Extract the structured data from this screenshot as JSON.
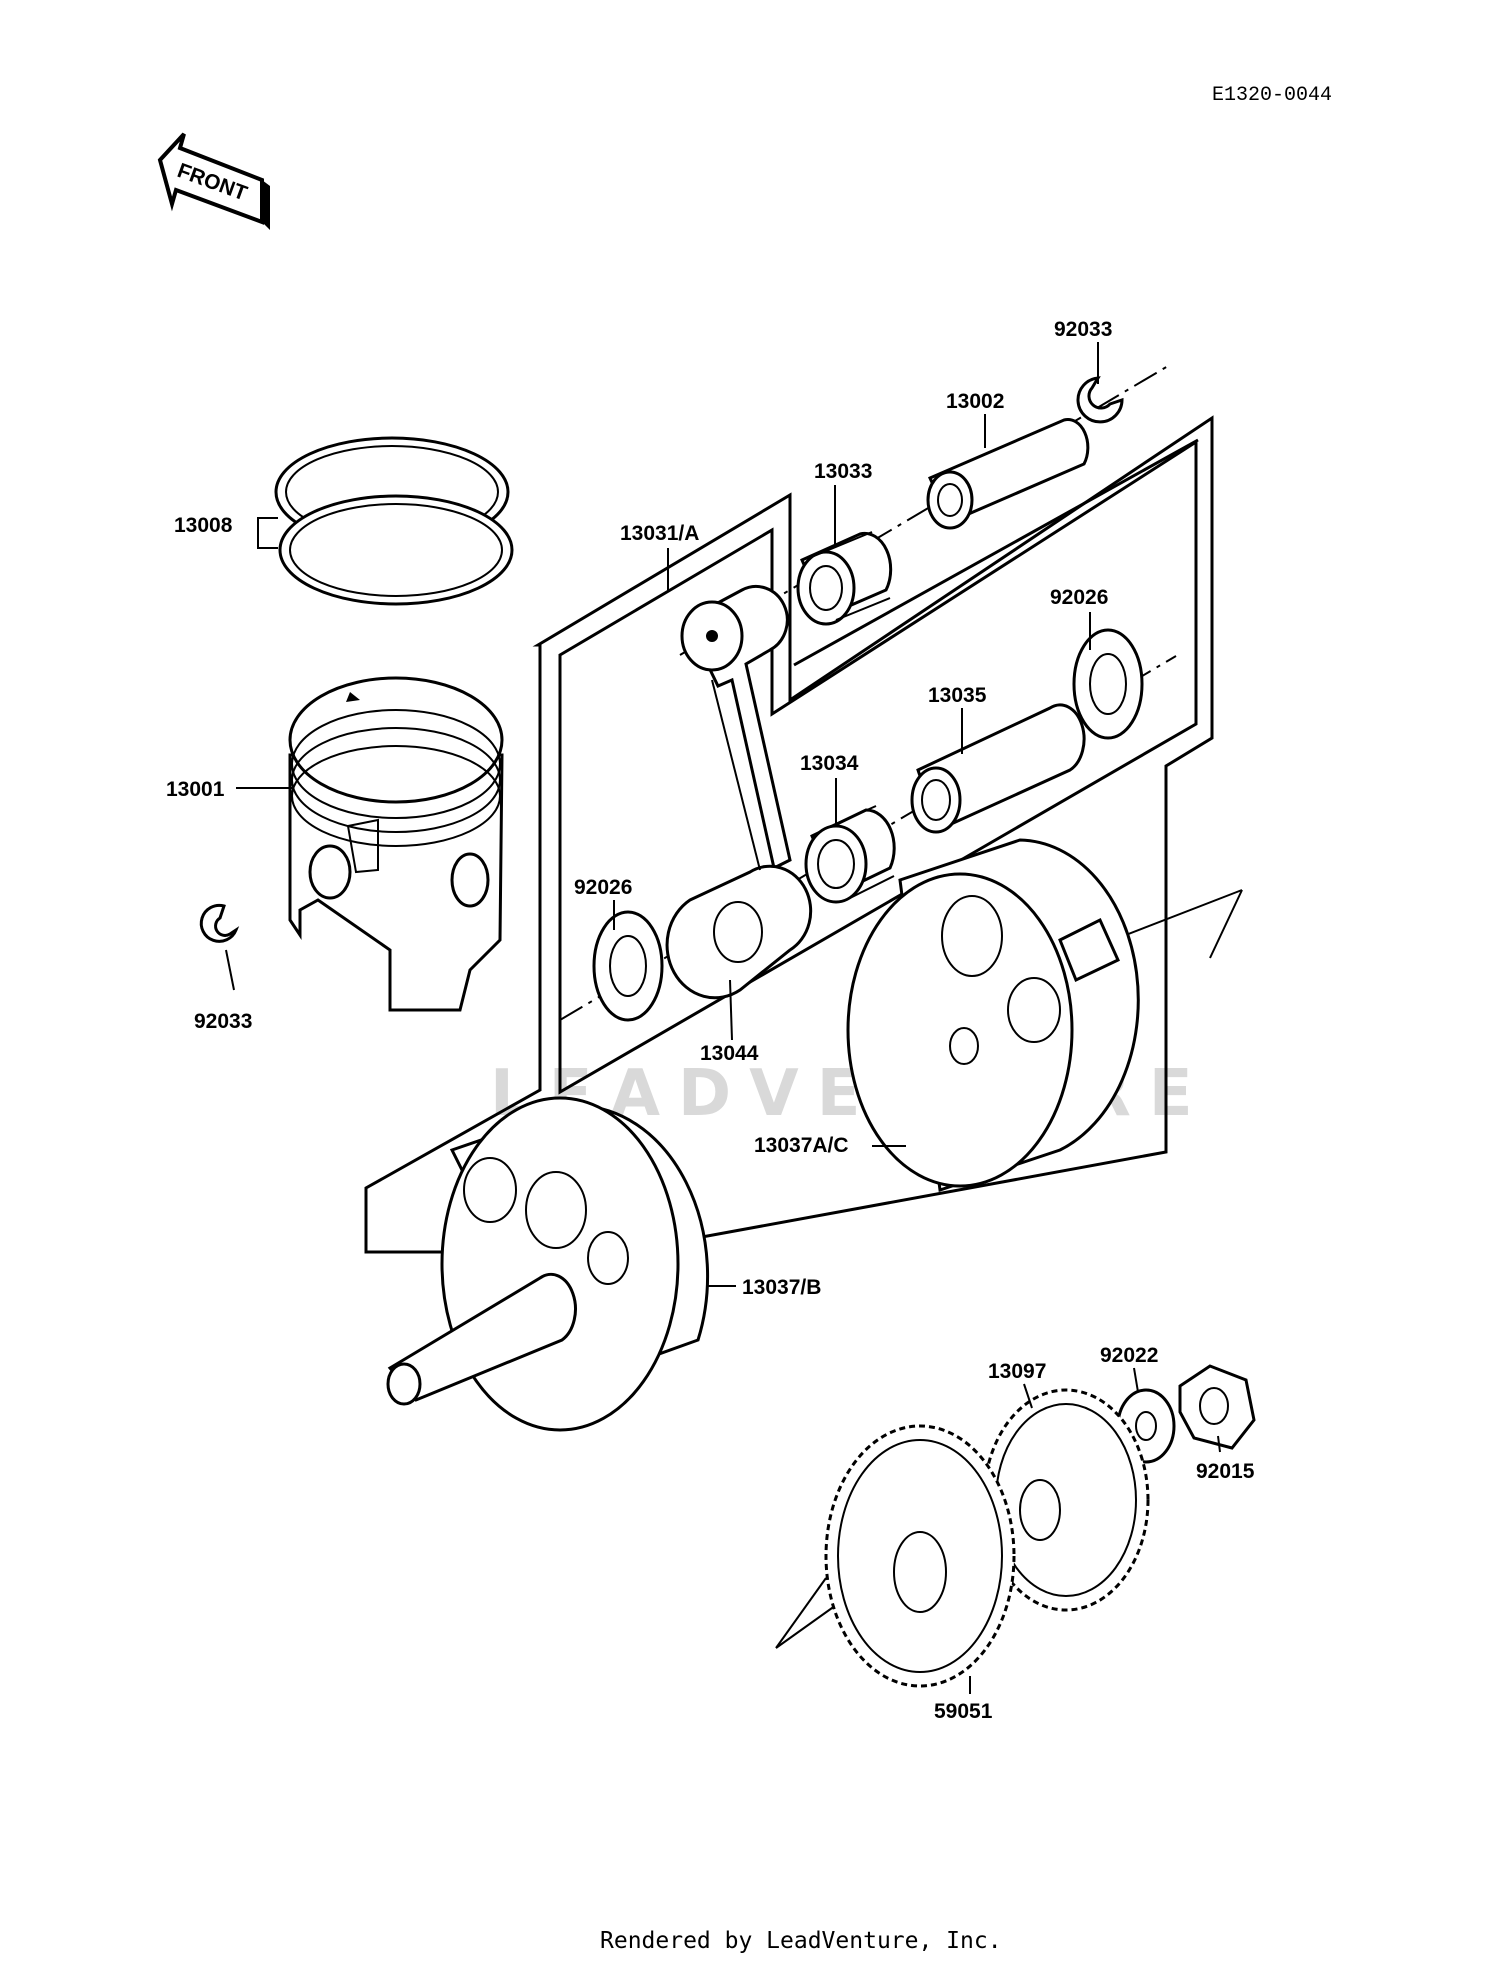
{
  "diagram_code": "E1320-0044",
  "front_label": "FRONT",
  "watermark": "LEADVENTURE",
  "footer": "Rendered by LeadVenture, Inc.",
  "callouts": {
    "piston_pin_clip_top": "92033",
    "piston_pin": "13002",
    "small_end_bearing": "13033",
    "connecting_rod": "13031/A",
    "piston_rings": "13008",
    "thrust_washer_right": "92026",
    "crank_pin": "13035",
    "big_end_bearing": "13034",
    "piston": "13001",
    "thrust_washer_left": "92026",
    "piston_pin_clip_bottom": "92033",
    "rod_assembly": "13044",
    "crankshaft_right": "13037A/C",
    "crankshaft_left": "13037/B",
    "washer": "92022",
    "balancer_gear": "13097",
    "nut": "92015",
    "primary_gear": "59051"
  }
}
